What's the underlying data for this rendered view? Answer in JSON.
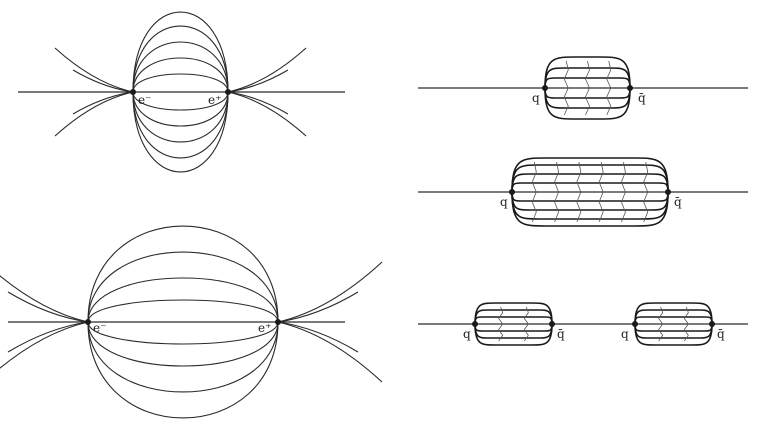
{
  "panels": {
    "qed_close": {
      "charge_negative": "e⁻",
      "charge_positive": "e⁺"
    },
    "qed_far": {
      "charge_negative": "e⁻",
      "charge_positive": "e⁺"
    },
    "qcd_close": {
      "quark": "q",
      "antiquark": "q̄"
    },
    "qcd_stretched": {
      "quark": "q",
      "antiquark": "q̄"
    },
    "qcd_split": {
      "pair_1": {
        "quark": "q",
        "antiquark": "q̄"
      },
      "pair_2": {
        "quark": "q",
        "antiquark": "q̄"
      }
    }
  },
  "colors": {
    "ink": "#2a2a2a",
    "background": "#ffffff"
  }
}
